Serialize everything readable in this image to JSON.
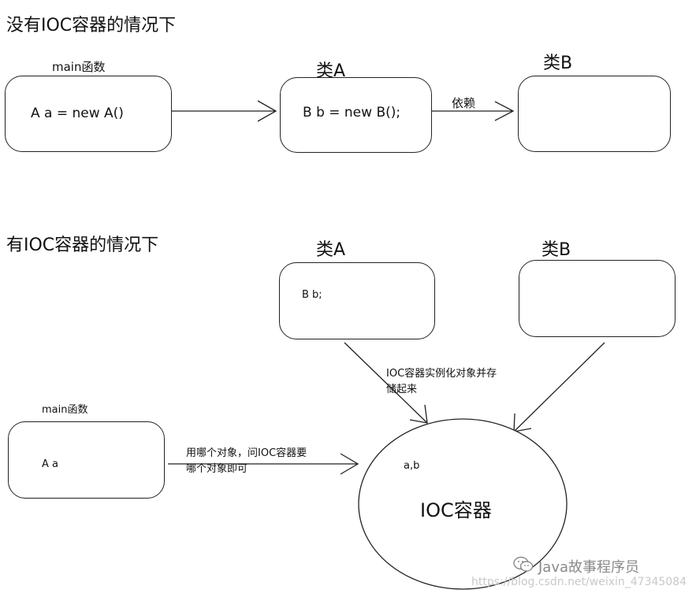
{
  "without_ioc": {
    "heading": "没有IOC容器的情况下",
    "main_label": "main函数",
    "main_code": "A  a = new A()",
    "classA_label": "类A",
    "classA_code": "B b = new B();",
    "classB_label": "类B",
    "dependency_label": "依赖"
  },
  "with_ioc": {
    "heading": "有IOC容器的情况下",
    "classA_label": "类A",
    "classA_code": "B  b;",
    "classB_label": "类B",
    "main_label": "main函数",
    "main_code": "A a",
    "container_note": "IOC容器实例化对象并存储起来",
    "ask_note": "用哪个对象，问IOC容器要哪个对象即可",
    "container_contents": "a,b",
    "container_label": "IOC容器"
  },
  "watermark": {
    "brand": "Java故事程序员",
    "blog": "https://blog.csdn.net/weixin_47345084",
    "icon": "wechat-icon"
  }
}
